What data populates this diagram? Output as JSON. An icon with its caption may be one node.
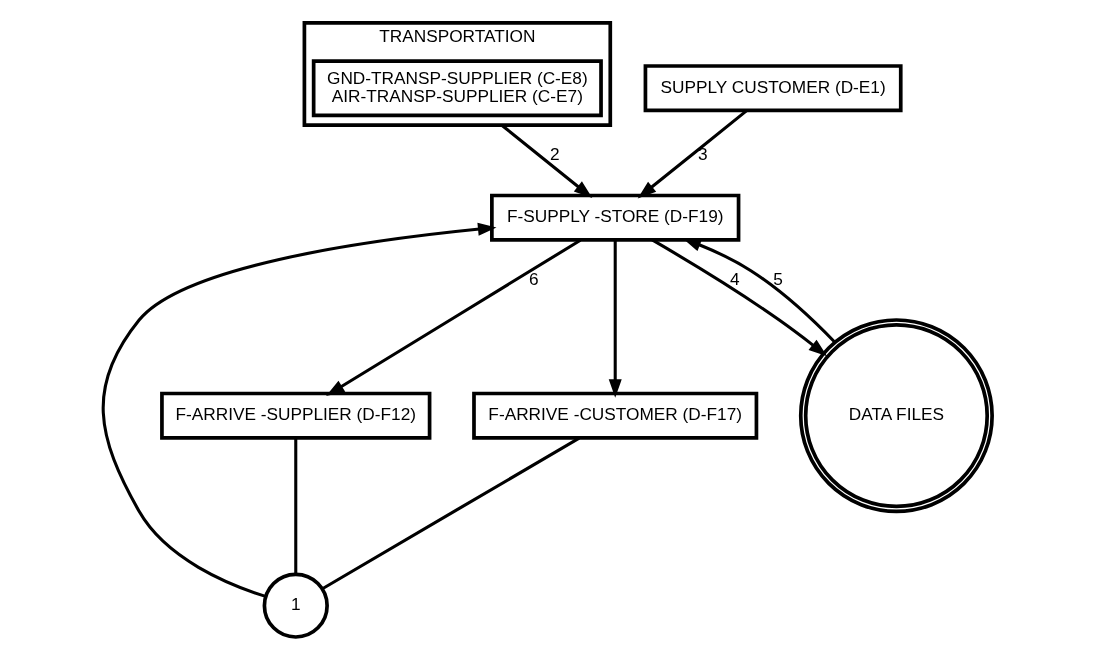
{
  "diagram": {
    "nodes": [
      {
        "text": [
          "TRANSPORTATION"
        ]
      },
      {
        "text": [
          "GND-TRANSP-SUPPLIER (C-E8)",
          "AIR-TRANSP-SUPPLIER (C-E7)"
        ],
        "in": 0
      },
      {
        "text": [
          "F-ARRIVE -SUPPLIER (D-F12)"
        ]
      },
      {
        "text": [
          "F-ARRIVE -CUSTOMER (D-F17)"
        ]
      },
      {
        "text": [
          "SUPPLY CUSTOMER (D-E1)"
        ]
      },
      {
        "text": [
          "1"
        ]
      },
      {
        "text": [
          "F-SUPPLY -STORE (D-F19)"
        ]
      },
      {
        "text": [
          "DATA FILES"
        ]
      }
    ],
    "edges": [
      {
        "from": 0,
        "to": 6,
        "arrow": "to",
        "label": "2"
      },
      {
        "from": 2,
        "to": 5,
        "arrow": "none"
      },
      {
        "from": 3,
        "to": 5,
        "arrow": "none"
      },
      {
        "from": 5,
        "to": 6,
        "arrow": "to"
      },
      {
        "from": 4,
        "to": 6,
        "arrow": "to",
        "label": "3"
      },
      {
        "from": 6,
        "to": 7,
        "arrow": "to",
        "label": "4"
      },
      {
        "from": 7,
        "to": 6,
        "arrow": "to",
        "label": "5"
      },
      {
        "from": 6,
        "to": 2,
        "arrow": "to",
        "label": "6"
      },
      {
        "from": 6,
        "to": 3,
        "arrow": "to"
      }
    ]
  }
}
